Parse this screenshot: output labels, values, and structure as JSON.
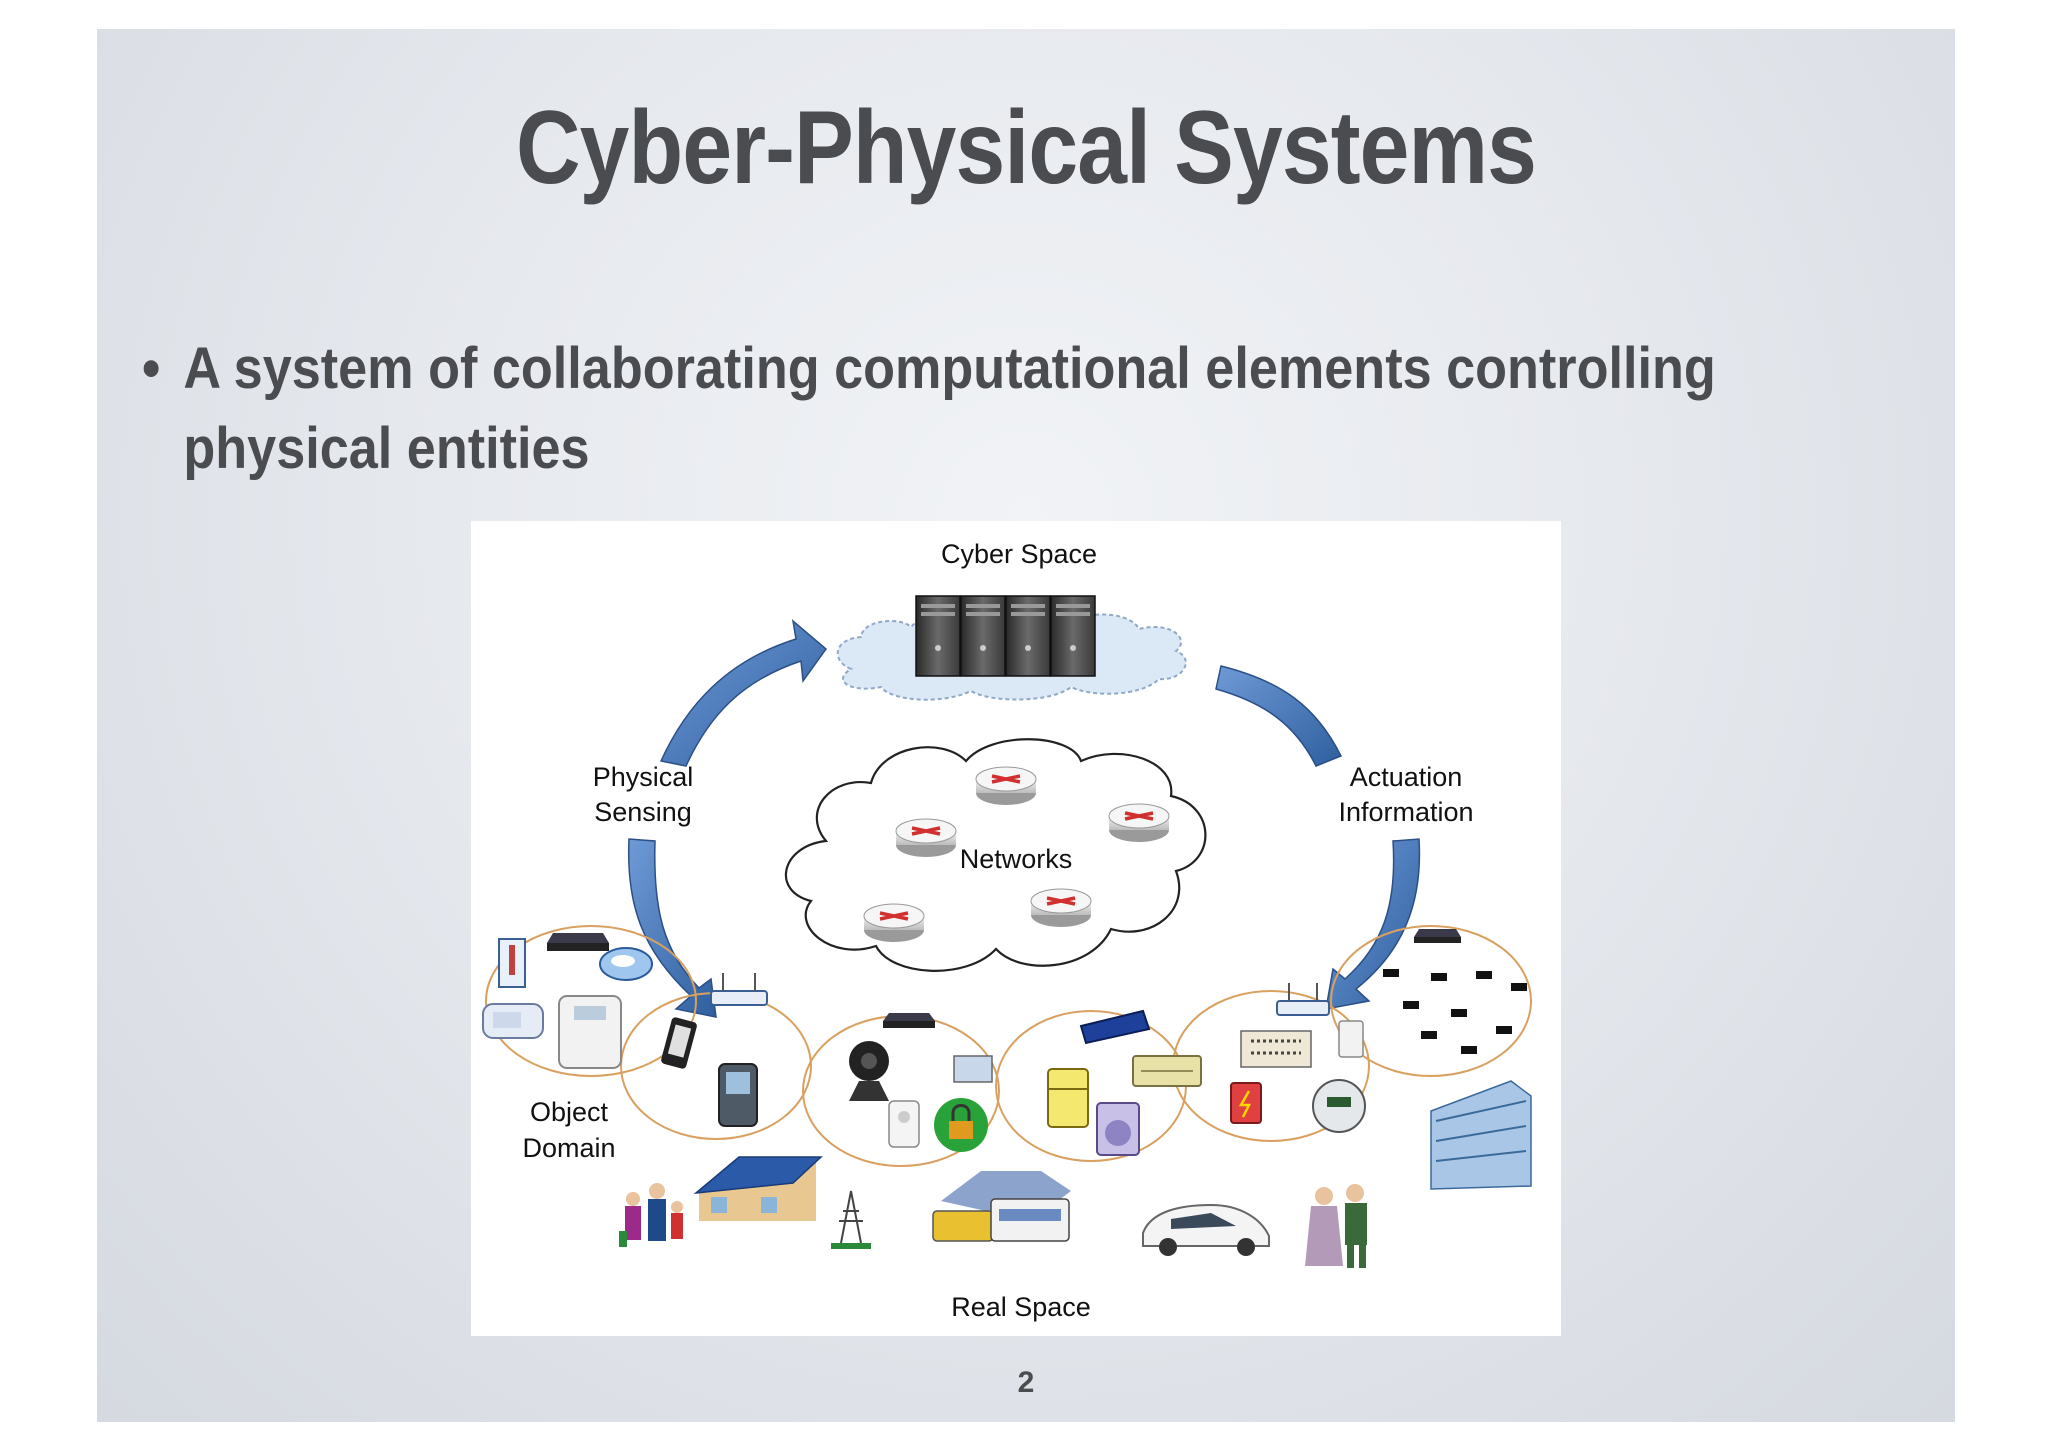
{
  "slide": {
    "title": "Cyber-Physical Systems",
    "bullet": "A system of collaborating computational elements controlling physical entities",
    "bullet_line1": "A system of collaborating computational elements controlling",
    "bullet_line2": "physical entities",
    "page_number": "2"
  },
  "figure": {
    "cyber_space": "Cyber Space",
    "physical_sensing_1": "Physical",
    "physical_sensing_2": "Sensing",
    "actuation_1": "Actuation",
    "actuation_2": "Information",
    "networks": "Networks",
    "object_domain_1": "Object",
    "object_domain_2": "Domain",
    "real_space": "Real Space"
  },
  "colors": {
    "arrow": "#3f6fb3",
    "domain_ring": "#d9a060",
    "router": "#d23030",
    "text_dark": "#4a4c50"
  }
}
